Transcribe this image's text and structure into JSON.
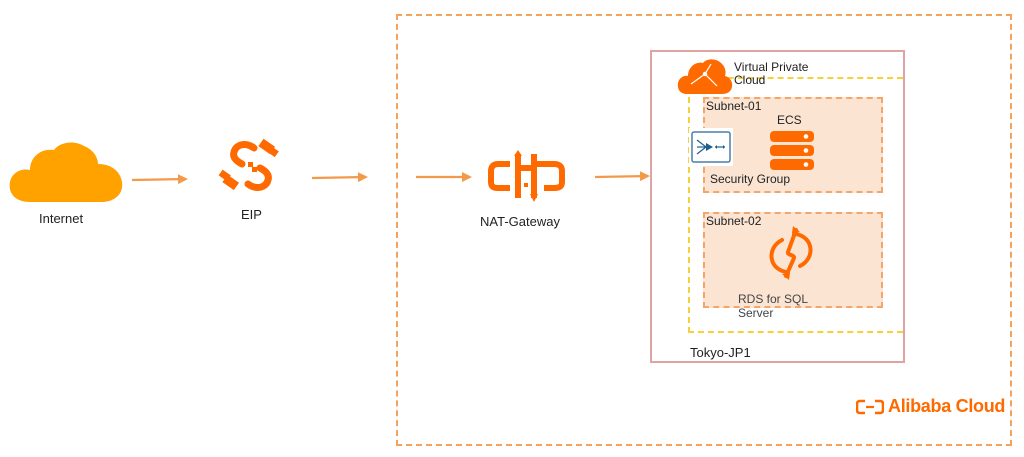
{
  "nodes": {
    "internet": {
      "label": "Internet",
      "icon": "cloud-icon"
    },
    "eip": {
      "label": "EIP",
      "icon": "link-icon"
    },
    "nat_gateway": {
      "label": "NAT-Gateway",
      "icon": "nat-gateway-icon"
    },
    "vpc": {
      "label_line1": "Virtual Private",
      "label_line2": "Cloud",
      "icon": "vpc-cloud-icon"
    },
    "subnet_01": {
      "label": "Subnet-01"
    },
    "ecs": {
      "label": "ECS",
      "icon": "server-icon"
    },
    "security_group": {
      "label": "Security Group",
      "icon": "security-group-icon"
    },
    "subnet_02": {
      "label": "Subnet-02"
    },
    "rds": {
      "label_line1": "RDS for SQL",
      "label_line2": "Server",
      "icon": "rds-icon"
    },
    "zone": {
      "label": "Tokyo-JP1"
    }
  },
  "branding": {
    "logo_text": "Alibaba Cloud",
    "logo_icon": "alibaba-logo-icon"
  },
  "colors": {
    "brand_orange": "#ff6a00",
    "cloud_orange": "#ffa200",
    "arrow": "#f39a4a",
    "region_border": "#f5a35a",
    "zone_border": "#e0a3a3",
    "vpc_border": "#f5d13a",
    "subnet_fill": "#fbe4d2"
  }
}
